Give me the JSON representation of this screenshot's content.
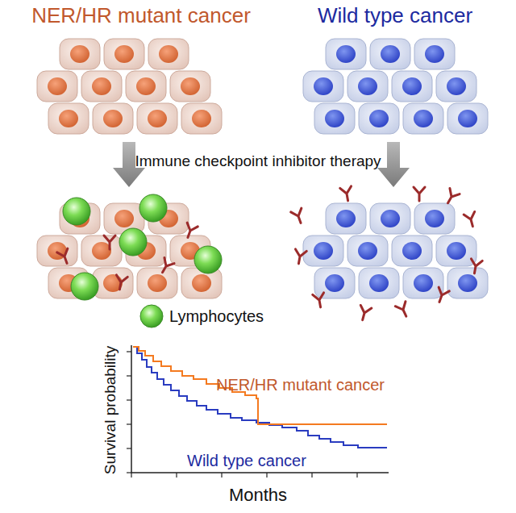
{
  "diagram": {
    "labels": [
      "NER/HR mutant cancer",
      "Wild type cancer",
      "Immune checkpoint inhibitor therapy",
      "Survival probability",
      "Months",
      "NER/HR mutant cancer",
      "Wild type cancer"
    ],
    "legend": [
      {
        "text": "Lymphocytes"
      }
    ]
  }
}
